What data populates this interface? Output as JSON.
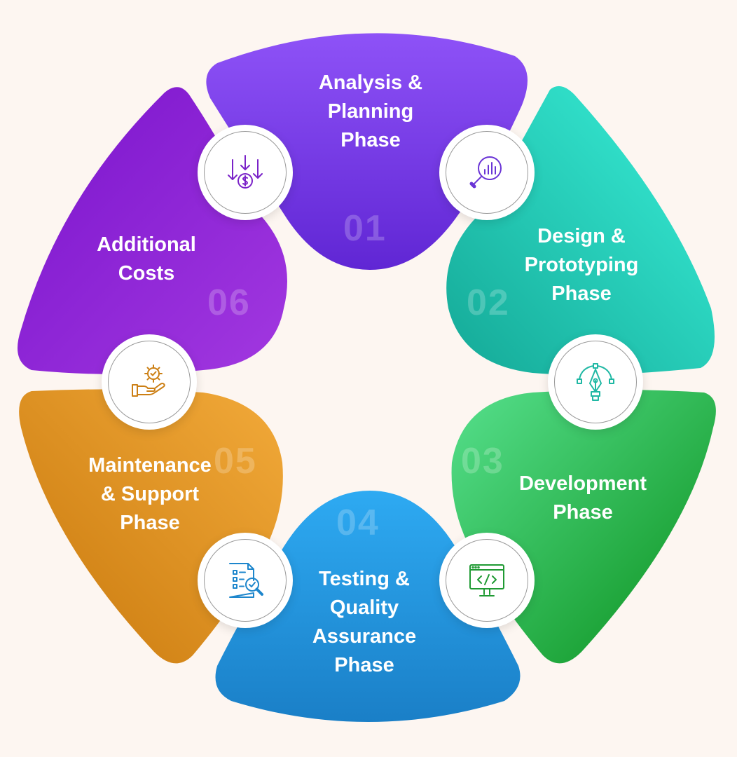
{
  "phases": [
    {
      "label_lines": [
        "Analysis &",
        "Planning",
        "Phase"
      ],
      "number": "01",
      "icon": "analytics-magnifier-icon",
      "color": "#7a3de8"
    },
    {
      "label_lines": [
        "Design &",
        "Prototyping",
        "Phase"
      ],
      "number": "02",
      "icon": "pen-tool-bezier-icon",
      "color": "#22c9b4"
    },
    {
      "label_lines": [
        "Development",
        "Phase"
      ],
      "number": "03",
      "icon": "code-monitor-icon",
      "color": "#1fa83a"
    },
    {
      "label_lines": [
        "Testing &",
        "Quality",
        "Assurance",
        "Phase"
      ],
      "number": "04",
      "icon": "checklist-search-icon",
      "color": "#1f8fd6"
    },
    {
      "label_lines": [
        "Maintenance",
        "& Support",
        "Phase"
      ],
      "number": "05",
      "icon": "hand-gear-icon",
      "color": "#d78b1c"
    },
    {
      "label_lines": [
        "Additional",
        "Costs"
      ],
      "number": "06",
      "icon": "cost-down-arrows-icon",
      "color": "#8a22d6"
    }
  ]
}
